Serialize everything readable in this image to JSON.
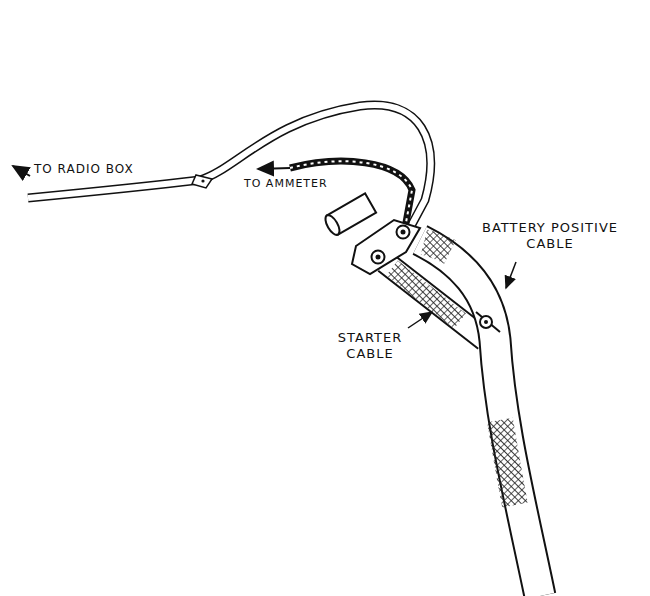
{
  "diagram": {
    "labels": [
      "TO RADIO BOX",
      "TO AMMETER",
      "BATTERY POSITIVE CABLE",
      "STARTER CABLE"
    ]
  }
}
